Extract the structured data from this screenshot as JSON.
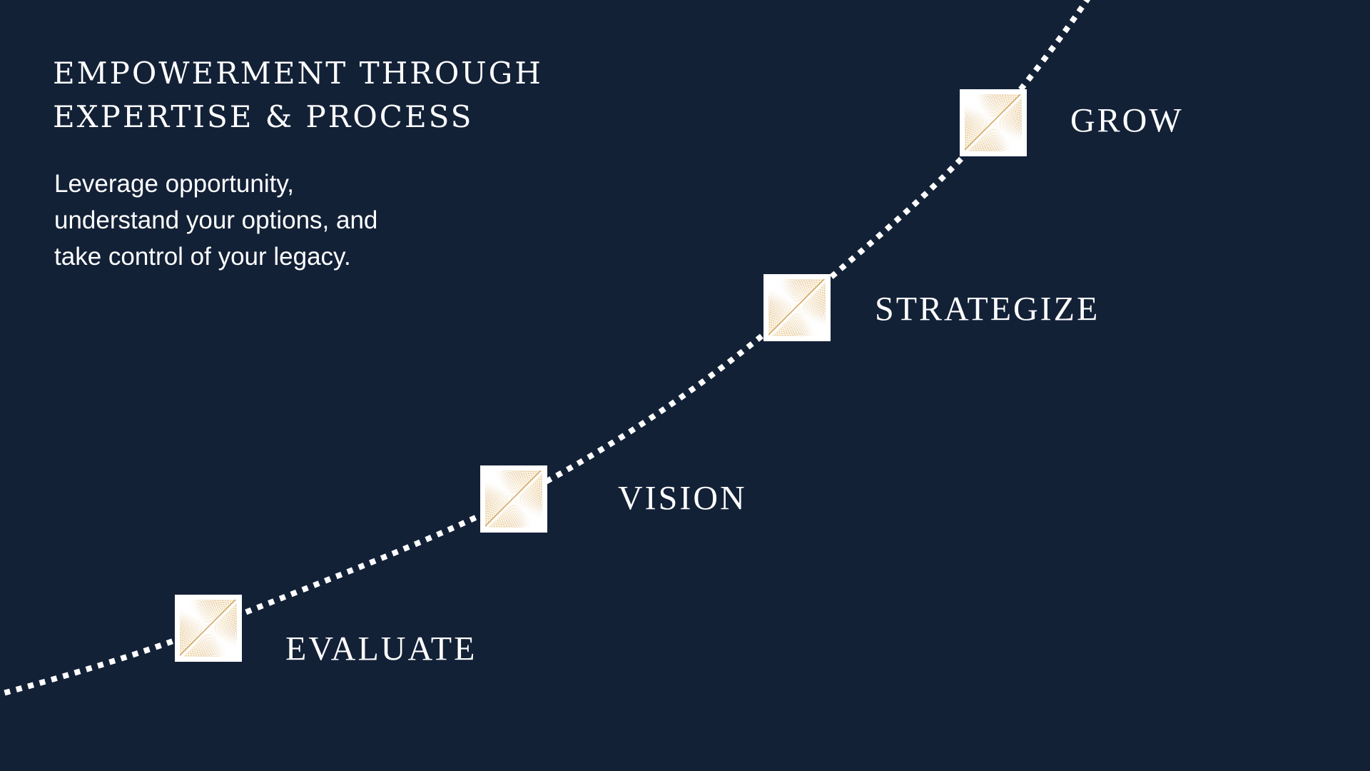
{
  "heading": {
    "line1": "EMPOWERMENT THROUGH",
    "line2": "EXPERTISE & PROCESS"
  },
  "description": {
    "line1": "Leverage opportunity,",
    "line2": "understand your options, and",
    "line3": "take control of your legacy."
  },
  "steps": [
    {
      "label": "EVALUATE",
      "icon": "gold-sunburst-square-icon"
    },
    {
      "label": "VISION",
      "icon": "gold-sunburst-square-icon"
    },
    {
      "label": "STRATEGIZE",
      "icon": "gold-sunburst-square-icon"
    },
    {
      "label": "GROW",
      "icon": "gold-sunburst-square-icon"
    }
  ],
  "colors": {
    "background": "#132137",
    "gold": "#c9954a",
    "gold_light": "#f3ddb3",
    "path": "#ffffff"
  }
}
